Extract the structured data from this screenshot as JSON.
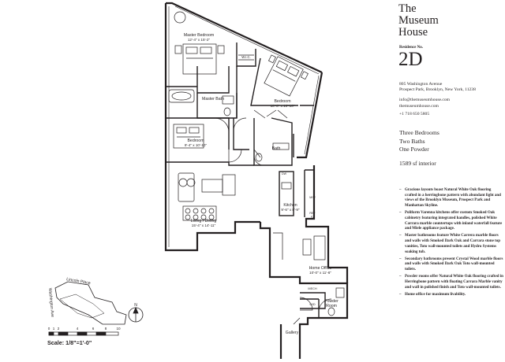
{
  "building": {
    "name_line1": "The",
    "name_line2": "Museum",
    "name_line3": "House"
  },
  "residence": {
    "label": "Residence No.",
    "number": "2D"
  },
  "address": {
    "line1": "805 Washington Avenue",
    "line2": "Prospect Park, Brooklyn, New York, 11238"
  },
  "contact": {
    "email": "info@themuseumhouse.com",
    "website": "themuseumhouse.com",
    "phone": "+1 718 650 5805"
  },
  "summary": {
    "bedrooms": "Three Bedrooms",
    "baths": "Two Baths",
    "powder": "One Powder",
    "interior": "1589 sf interior"
  },
  "features": [
    "Gracious layouts boast Natural White Oak flooring crafted in a herringbone pattern with abundant light and views of the Brooklyn Museum, Prospect Park and Manhattan Skyline.",
    "Poliform Varenna kitchens offer custom Smoked Oak cabinetry featuring integrated handles, polished White Carrara marble countertops with inland waterfall feature and Miele appliance package.",
    "Master bathrooms feature White Carrera marble floors and walls with Smoked Dark Oak and Carrara stone top vanities, Toto wall-mounted toilets and Hydro Systems soaking tub.",
    "Secondary bathrooms present Crystal Wood marble floors and walls with Smoked Dark Oak Toto wall-mounted toilets.",
    "Powder rooms offer Natural White Oak flooring crafted in Herringbone pattern with floating Carrara Marble vanity and wall in polished finish and Toto wall-mounted toilets.",
    "Home office for maximum livability."
  ],
  "rooms": {
    "master_bedroom": {
      "name": "Master Bedroom",
      "dims": "12'-4\" x 15'-2\""
    },
    "wic": "W.I.C.",
    "master_bath": "Master Bath",
    "bedroom_a": {
      "name": "Bedroom",
      "dims": "10'-0\" x 10'-10\""
    },
    "bedroom_b": {
      "name": "Bedroom",
      "dims": "9'-4\" x 10'-10\""
    },
    "bath": "Bath",
    "dw": "DW",
    "mw": "M/W",
    "ref": "REF",
    "fz": "FZ",
    "kitchen": {
      "name": "Kitchen",
      "dims": "9'-6\" x 8'-9\""
    },
    "living_dining": {
      "name": "Living / Dining",
      "dims": "15'-4\" x 14'-11\""
    },
    "home_office": {
      "name": "Home Office",
      "dims": "10'-0\" x 11'-6\""
    },
    "mech": "MECH",
    "wd": "W/D",
    "powder_room_line1": "Powder",
    "powder_room_line2": "Room",
    "gallery": "Gallery"
  },
  "map": {
    "street1": "Lincoln Place",
    "street2": "Washington Ave",
    "north": "N"
  },
  "scale": {
    "ticks": [
      "0",
      "1",
      "2",
      "4",
      "6",
      "8",
      "10"
    ],
    "label": "Scale: 1/8\"=1'-0\""
  }
}
